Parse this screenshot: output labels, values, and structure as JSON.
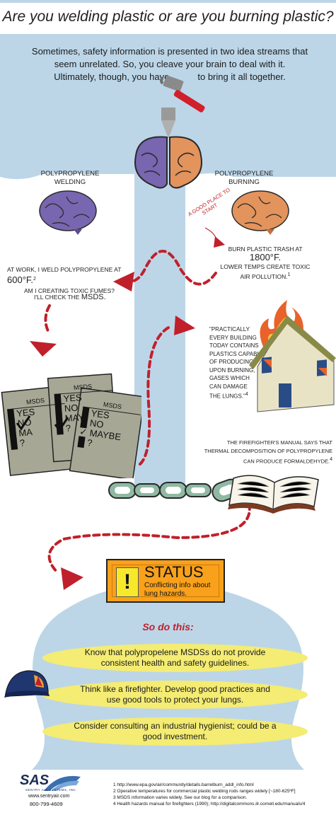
{
  "title": "Are you welding plastic or are you burning plastic?",
  "intro": {
    "line1": "Sometimes, safety information is presented in two idea streams that",
    "line2": "seem unrelated. So, you cleave your brain to deal with it.",
    "line3a": "Ultimately, though, you have",
    "line3b": "to bring it all together."
  },
  "left": {
    "label1": "POLYPROPYLENE",
    "label2": "WELDING",
    "at_work_a": "AT WORK, I WELD POLYPROPYLENE AT",
    "at_work_temp": "600°F.",
    "at_work_note": "2",
    "toxic": "AM I CREATING TOXIC FUMES?",
    "check_a": "I'LL CHECK THE",
    "check_b": "MSDS."
  },
  "right": {
    "label1": "POLYPROPYLENE",
    "label2": "BURNING",
    "good_place_1": "A GOOD PLACE TO",
    "good_place_2": "START",
    "burn_a": "BURN PLASTIC TRASH AT",
    "burn_temp": "1800°F.",
    "burn_2": "LOWER TEMPS CREATE TOXIC",
    "burn_3": "AIR POLLUTION.",
    "burn_note": "1",
    "quote": [
      "\"PRACTICALLY",
      "EVERY BUILDING",
      "TODAY CONTAINS",
      "PLASTICS CAPABLE",
      "OF PRODUCING,",
      "UPON BURNING,",
      "GASES WHICH",
      "CAN DAMAGE",
      "THE LUNGS.\""
    ],
    "quote_note": "4",
    "ff_1": "THE FIREFIGHTER'S MANUAL SAYS THAT",
    "ff_2": "THERMAL DECOMPOSITION OF POLYPROPYLENE",
    "ff_3": "CAN PRODUCE FORMALDEHYDE.",
    "ff_note": "4"
  },
  "msds": {
    "title": "MSDS",
    "yes": "YES",
    "no": "NO",
    "maybe": "MAYBE",
    "q": "?",
    "clip_1": "MA",
    "clip_2": "MAY"
  },
  "status": {
    "icon": "!",
    "title": "STATUS",
    "text": "Conflicting info about lung hazards."
  },
  "so_do_this": "So do this:",
  "tips": [
    "Know that polypropelene MSDSs do not provide consistent health and safety guidelines.",
    "Think like a firefighter. Develop good practices and use good tools to protect your lungs.",
    "Consider consulting an industrial hygienist; could be a good investment."
  ],
  "company": {
    "logo": "SAS",
    "name": "SENTRY AIR SYSTEMS, INC.",
    "web": "www.sentryair.com",
    "phone": "800-799-4609"
  },
  "footnotes": [
    "1 http://www.epa.gov/air/community/details.barrelburn_addl_info.html",
    "2 Operative temperatures for commercial plastic welding rods ranges widely [~180-625ºF]",
    "3 MSDS information varies widely. See our blog for a comparison.",
    "4 Health hazards manual for firefighters (1990); http://digitalcommons.ilr.cornell.edu/manuals/4"
  ],
  "colors": {
    "sky": "#bcd6e8",
    "white_panel": "#ffffff",
    "arrow_red": "#c0202b",
    "status_orange": "#f9a11b",
    "tip_yellow": "#f4ec73",
    "msds_gray": "#a7a796",
    "chain_green": "#8fb9a3",
    "brain_purple": "#7866b0",
    "brain_orange": "#e3935c"
  },
  "icons": [
    "hammer-icon",
    "cleaver-icon",
    "brain-icon",
    "house-fire-icon",
    "chain-icon",
    "book-icon",
    "firefighter-helmet-icon",
    "warning-icon",
    "checkmark-icon"
  ]
}
